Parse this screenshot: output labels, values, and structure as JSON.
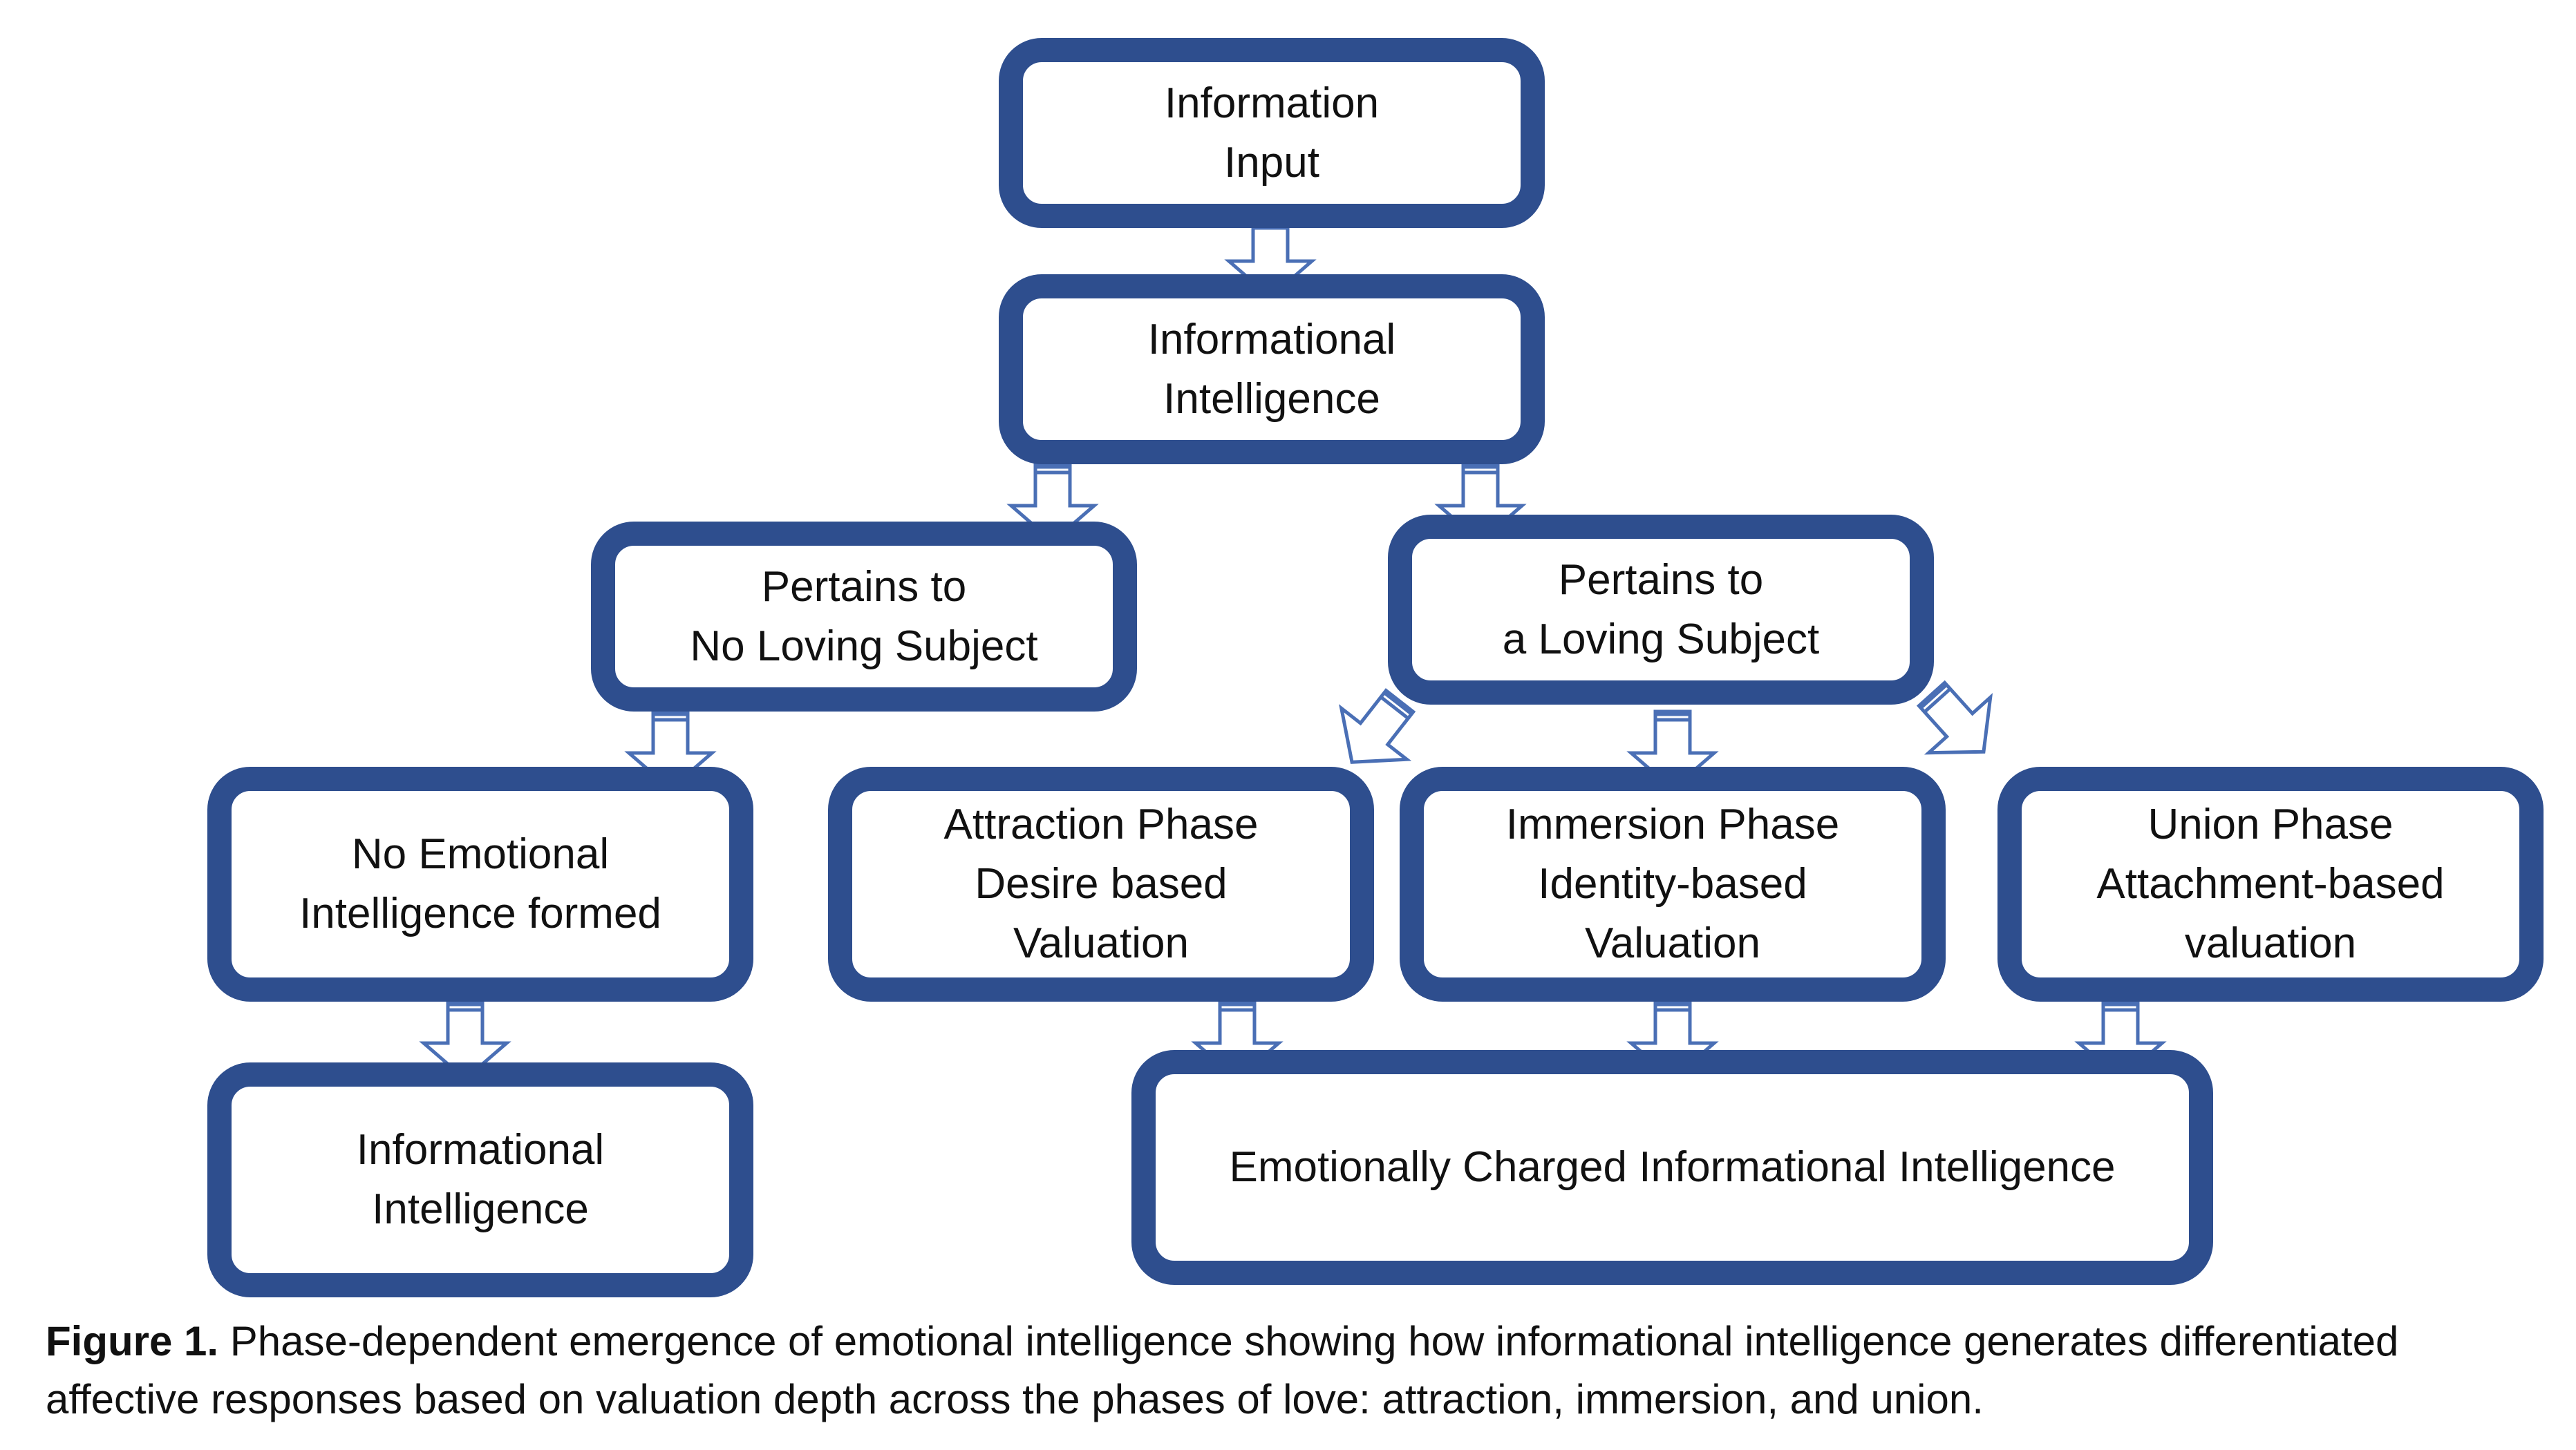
{
  "nodes": {
    "information_input": [
      "Information",
      "Input"
    ],
    "informational_intelligence_top": [
      "Informational",
      "Intelligence"
    ],
    "no_loving_subject": [
      "Pertains to",
      "No Loving Subject"
    ],
    "loving_subject": [
      "Pertains to",
      "a Loving Subject"
    ],
    "no_emotional_intelligence": [
      "No Emotional",
      "Intelligence formed"
    ],
    "attraction_phase": [
      "Attraction Phase",
      "Desire based",
      "Valuation"
    ],
    "immersion_phase": [
      "Immersion Phase",
      "Identity-based",
      "Valuation"
    ],
    "union_phase": [
      "Union Phase",
      "Attachment-based",
      "valuation"
    ],
    "informational_intelligence_bottom": [
      "Informational",
      "Intelligence"
    ],
    "emotionally_charged": [
      "Emotionally Charged Informational Intelligence"
    ]
  },
  "caption": {
    "label": "Figure 1.",
    "line1": " Phase-dependent emergence of emotional intelligence showing how informational intelligence generates differentiated",
    "line2": "affective responses based on valuation depth across the phases of love: attraction, immersion, and union."
  },
  "colors": {
    "box_border": "#2e4e8e",
    "arrow_outline": "#4a6fb5",
    "arrow_fill": "#ffffff"
  }
}
